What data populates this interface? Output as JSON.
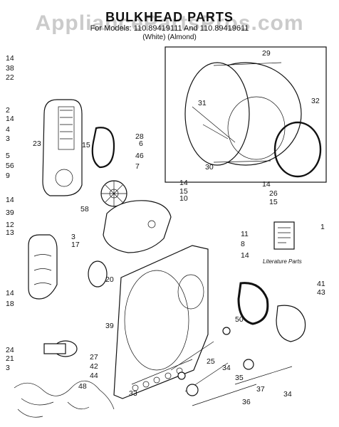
{
  "header": {
    "title": "BULKHEAD PARTS",
    "subtitle": "For Models: 110.89419111 And 110.89419611",
    "subtitle2": "(White)                (Almond)",
    "watermark": "AppliancePartsPros.com"
  },
  "callouts": [
    "14",
    "38",
    "22",
    "2",
    "14",
    "4",
    "3",
    "23",
    "5",
    "56",
    "9",
    "7",
    "14",
    "6",
    "46",
    "15",
    "28",
    "29",
    "31",
    "32",
    "30",
    "39",
    "12",
    "58",
    "14",
    "15",
    "10",
    "14",
    "26",
    "15",
    "1",
    "13",
    "3",
    "17",
    "11",
    "8",
    "14",
    "20",
    "41",
    "43",
    "50",
    "14",
    "18",
    "39",
    "24",
    "21",
    "3",
    "27",
    "42",
    "44",
    "25",
    "34",
    "35",
    "36",
    "37",
    "34",
    "33",
    "48"
  ],
  "literature_label": "Literature Parts"
}
